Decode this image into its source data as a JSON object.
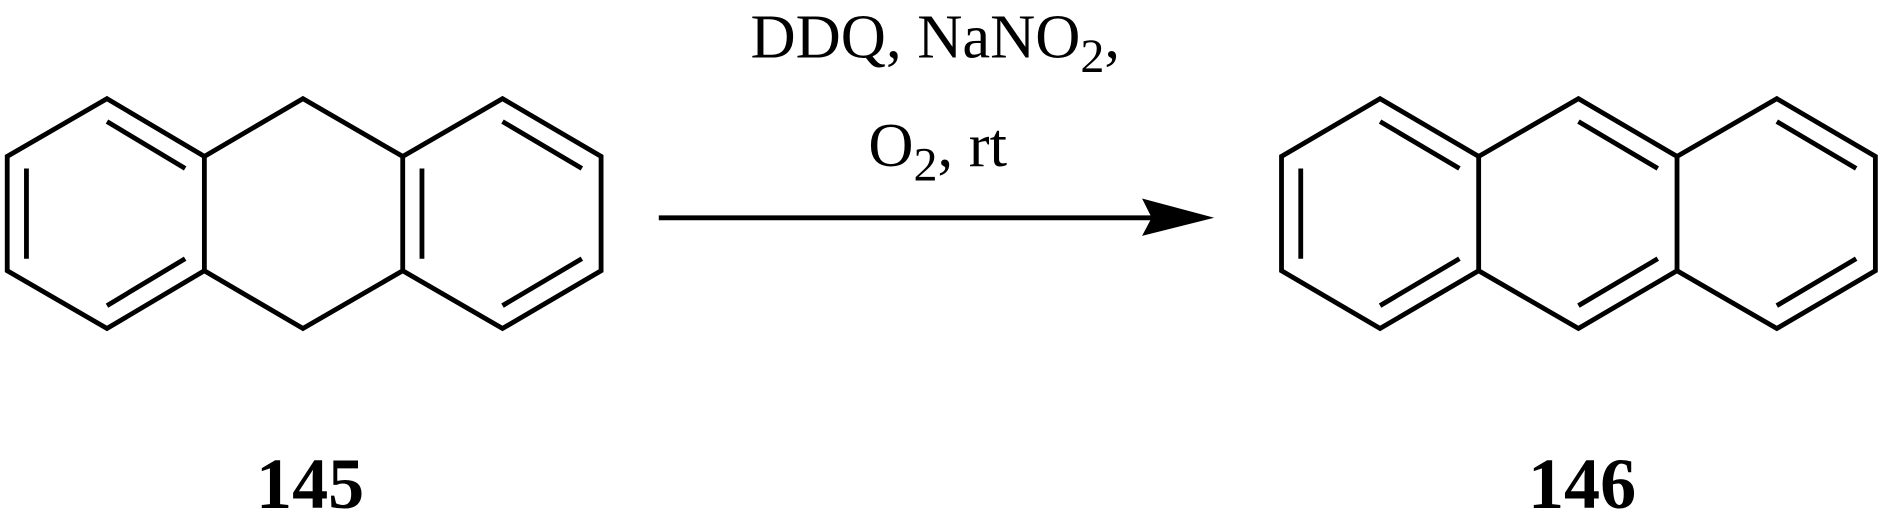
{
  "reaction": {
    "reagents_line1": {
      "text": "DDQ, NaNO",
      "sub": "2",
      "tail": ","
    },
    "reagents_line2": {
      "text": "O",
      "sub": "2",
      "tail": ", rt"
    },
    "reactant_label": "145",
    "product_label": "146"
  },
  "colors": {
    "stroke": "#000000",
    "background": "#ffffff"
  }
}
